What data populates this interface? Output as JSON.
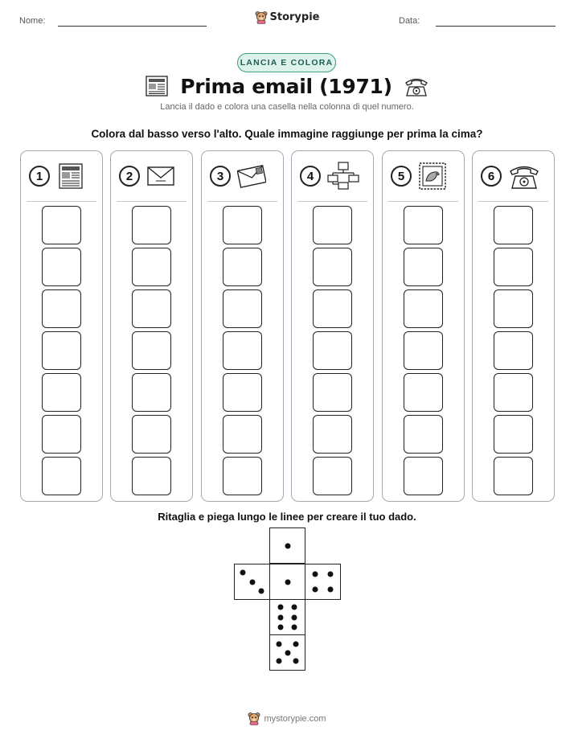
{
  "header": {
    "name_label": "Nome:",
    "date_label": "Data:",
    "brand": "Storypie"
  },
  "badge": "LANCIA E COLORA",
  "title": "Prima email (1971)",
  "subtitle": "Lancia il dado e colora una casella nella colonna di quel numero.",
  "instruction": "Colora dal basso verso l'alto. Quale immagine raggiunge per prima la cima?",
  "columns": [
    {
      "number": "1",
      "icon": "newspaper-icon"
    },
    {
      "number": "2",
      "icon": "envelope-icon"
    },
    {
      "number": "3",
      "icon": "stamped-envelope-icon"
    },
    {
      "number": "4",
      "icon": "computer-network-icon"
    },
    {
      "number": "5",
      "icon": "postage-stamp-icon"
    },
    {
      "number": "6",
      "icon": "rotary-telephone-icon"
    }
  ],
  "cells_per_column": 7,
  "cut_instruction": "Ritaglia e piega lungo le linee per creare il tuo dado.",
  "die_faces": [
    1,
    3,
    1,
    4,
    6,
    5
  ],
  "footer": "mystorypie.com",
  "colors": {
    "badge_border": "#3e9b87",
    "badge_fill": "#def2ec",
    "column_border": "#a8a8b4"
  }
}
